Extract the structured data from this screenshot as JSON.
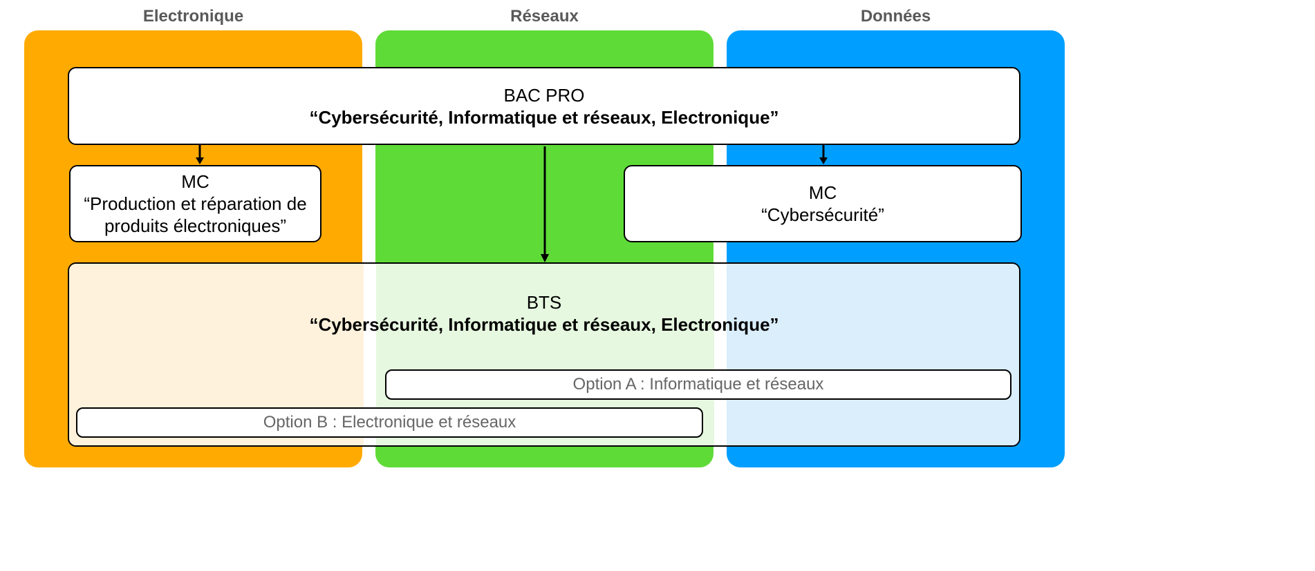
{
  "columns": [
    {
      "title": "Electronique",
      "color": "#FFAA00",
      "tint": "#FFF2DC"
    },
    {
      "title": "Réseaux",
      "color": "#5FDB37",
      "tint": "#E6F8E0"
    },
    {
      "title": "Données",
      "color": "#009FFF",
      "tint": "#DAEEFC"
    }
  ],
  "bac_pro": {
    "line1": "BAC PRO",
    "line2": "“Cybersécurité, Informatique et réseaux, Electronique”"
  },
  "mc_electronique": {
    "line1": "MC",
    "line2": "“Production et réparation de",
    "line3": "produits électroniques”"
  },
  "mc_cyber": {
    "line1": "MC",
    "line2": "“Cybersécurité”"
  },
  "bts": {
    "line1": "BTS",
    "line2": "“Cybersécurité, Informatique et réseaux, Electronique”"
  },
  "options": {
    "a": "Option A : Informatique et réseaux",
    "b": "Option B : Electronique et réseaux"
  }
}
